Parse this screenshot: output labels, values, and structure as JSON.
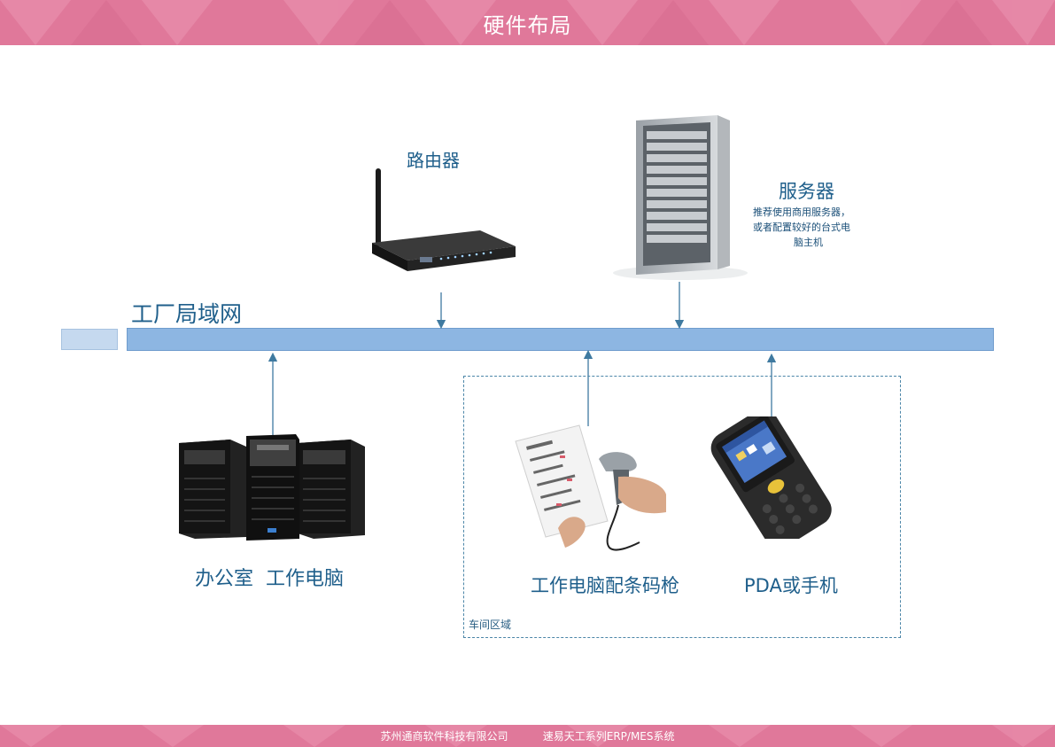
{
  "header": {
    "title": "硬件布局"
  },
  "diagram": {
    "router_label": "路由器",
    "server_label": "服务器",
    "server_note_line1": "推荐使用商用服务器，",
    "server_note_line2": "或者配置较好的台式电",
    "server_note_line3": "脑主机",
    "lan_label": "工厂局域网",
    "office_label": "办公室  工作电脑",
    "scanner_label": "工作电脑配条码枪",
    "pda_label": "PDA或手机",
    "workshop_label": "车间区域"
  },
  "footer": {
    "text": "苏州通商软件科技有限公司    速易天工系列ERP/MES系统"
  },
  "colors": {
    "band": "#e0789a",
    "lan_bar": "#8db6e2",
    "label": "#1f5f8b",
    "arrow": "#3f7aa0"
  }
}
